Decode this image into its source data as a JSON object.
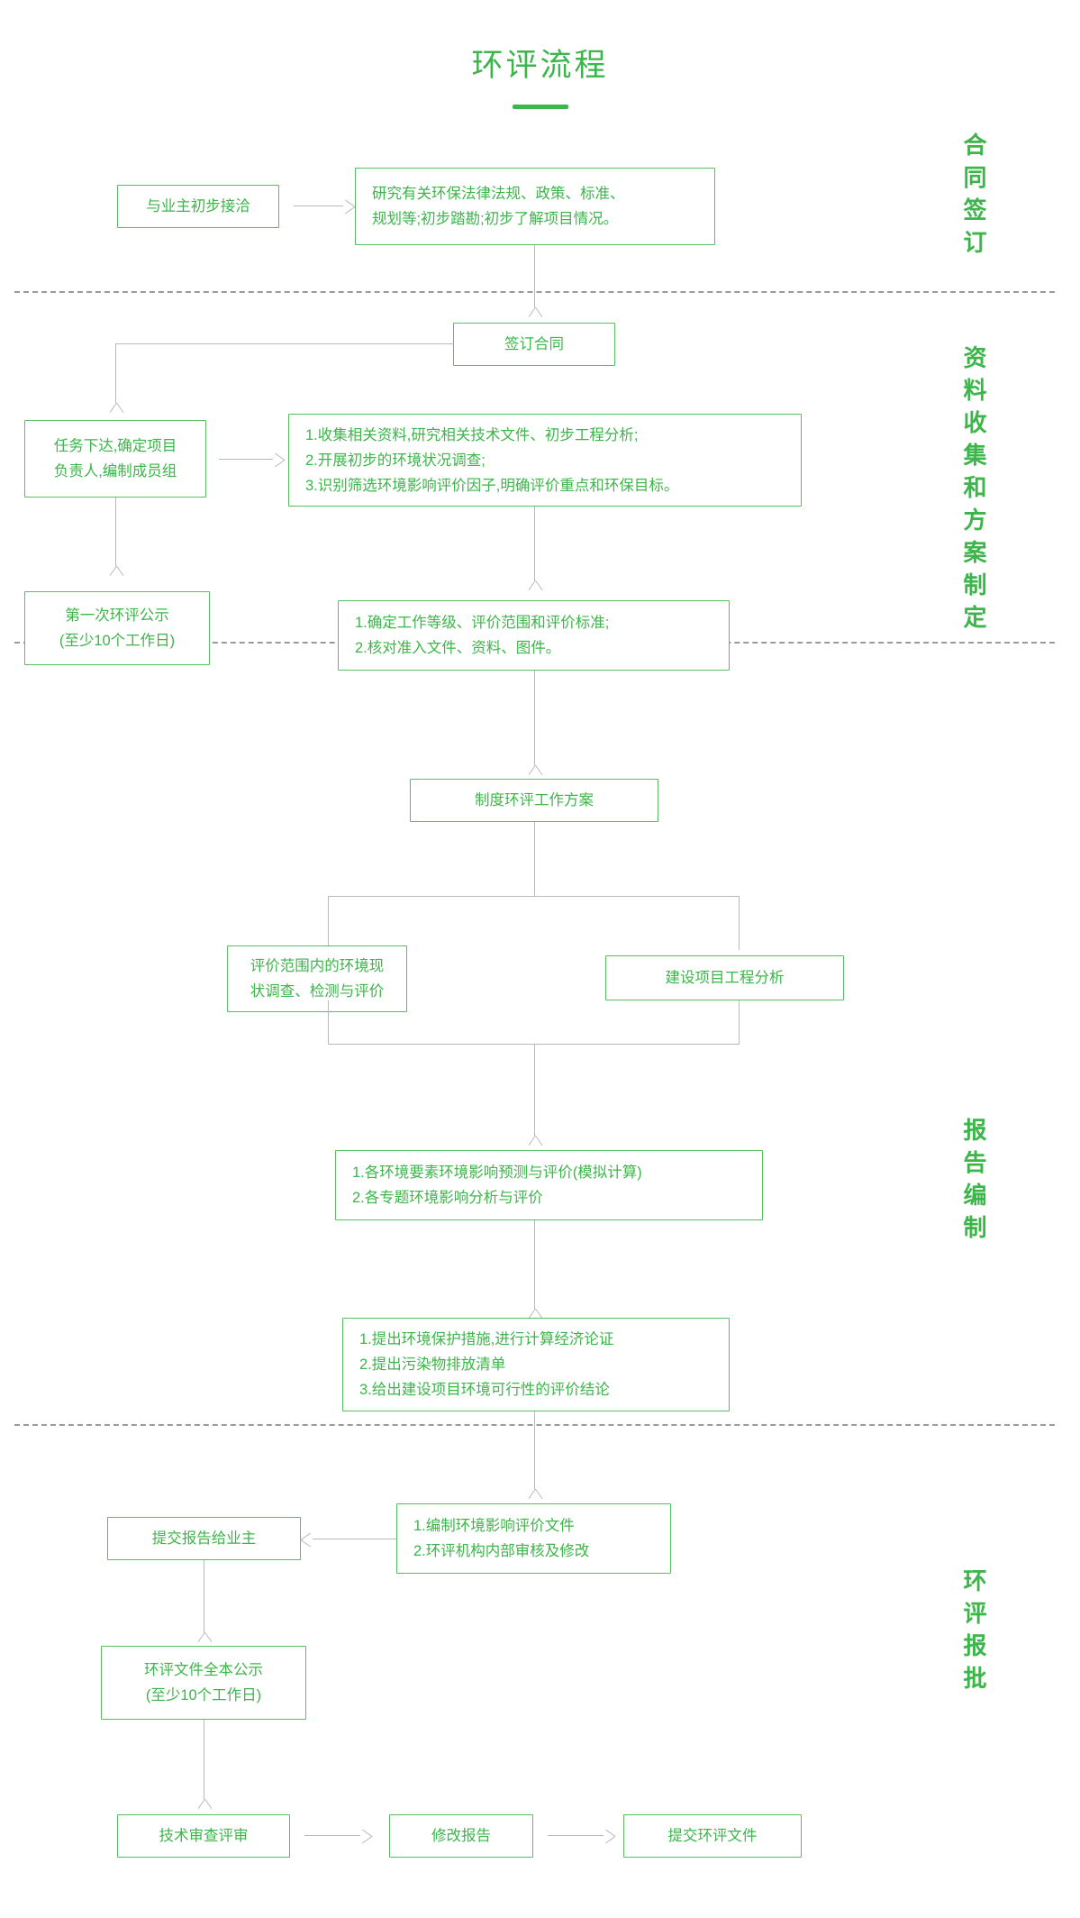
{
  "page": {
    "title": "环评流程",
    "accent_color": "#3cb54a",
    "box_border_color": "#56bf62",
    "connector_color": "#b9b9b9",
    "separator_color": "#9a9a9a",
    "background": "#ffffff"
  },
  "sections": [
    {
      "id": "contract",
      "label": "合同签订"
    },
    {
      "id": "collect",
      "label": "资料收集和方案制定"
    },
    {
      "id": "report",
      "label": "报告编制"
    },
    {
      "id": "approval",
      "label": "环评报批"
    }
  ],
  "nodes": {
    "owner_contact": {
      "text": "与业主初步接洽"
    },
    "research_laws": {
      "lines": [
        "研究有关环保法律法规、政策、标准、",
        "规划等;初步踏勘;初步了解项目情况。"
      ]
    },
    "sign_contract": {
      "text": "签订合同"
    },
    "task_assign": {
      "lines": [
        "任务下达,确定项目",
        "负责人,编制成员组"
      ]
    },
    "collect_materials": {
      "lines": [
        "1.收集相关资料,研究相关技术文件、初步工程分析;",
        "2.开展初步的环境状况调查;",
        "3.识别筛选环境影响评价因子,明确评价重点和环保目标。"
      ]
    },
    "first_publicity": {
      "lines": [
        "第一次环评公示",
        "(至少10个工作日)"
      ]
    },
    "determine_level": {
      "lines": [
        "1.确定工作等级、评价范围和评价标准;",
        "2.核对准入文件、资料、图件。"
      ]
    },
    "work_plan": {
      "text": "制度环评工作方案"
    },
    "status_survey": {
      "lines": [
        "评价范围内的环境现",
        "状调查、检测与评价"
      ]
    },
    "engineering_analysis": {
      "text": "建设项目工程分析"
    },
    "impact_prediction": {
      "lines": [
        "1.各环境要素环境影响预测与评价(模拟计算)",
        "2.各专题环境影响分析与评价"
      ]
    },
    "protection_measures": {
      "lines": [
        "1.提出环境保护措施,进行计算经济论证",
        "2.提出污染物排放清单",
        "3.给出建设项目环境可行性的评价结论"
      ]
    },
    "submit_report": {
      "text": "提交报告给业主"
    },
    "compile_eia": {
      "lines": [
        "1.编制环境影响评价文件",
        "2.环评机构内部审核及修改"
      ]
    },
    "full_publicity": {
      "lines": [
        "环评文件全本公示",
        "(至少10个工作日)"
      ]
    },
    "technical_review": {
      "text": "技术审查评审"
    },
    "revise_report": {
      "text": "修改报告"
    },
    "submit_eia_files": {
      "text": "提交环评文件"
    }
  }
}
